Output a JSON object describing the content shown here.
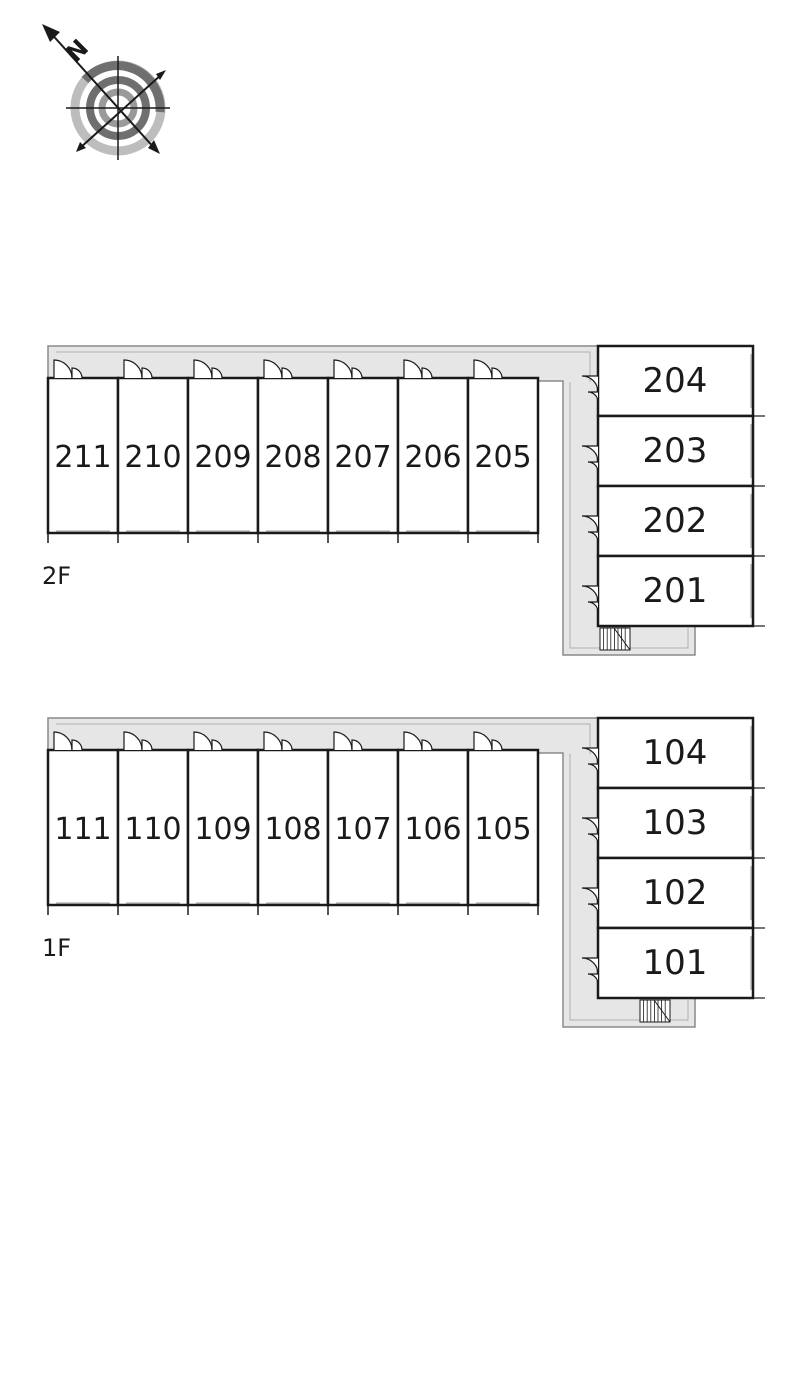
{
  "compass": {
    "north_label": "N",
    "icon": "compass-rose"
  },
  "floors": [
    {
      "id": "2f",
      "label": "2F",
      "row_rooms": [
        "211",
        "210",
        "209",
        "208",
        "207",
        "206",
        "205"
      ],
      "wing_rooms": [
        "204",
        "203",
        "202",
        "201"
      ]
    },
    {
      "id": "1f",
      "label": "1F",
      "row_rooms": [
        "111",
        "110",
        "109",
        "108",
        "107",
        "106",
        "105"
      ],
      "wing_rooms": [
        "104",
        "103",
        "102",
        "101"
      ]
    }
  ],
  "colors": {
    "corridor": "#e6e6e6",
    "wall": "#1a1a1a",
    "outline": "#8a8a8a",
    "compass_dark": "#6f6f6f",
    "compass_light": "#bdbdbd"
  }
}
